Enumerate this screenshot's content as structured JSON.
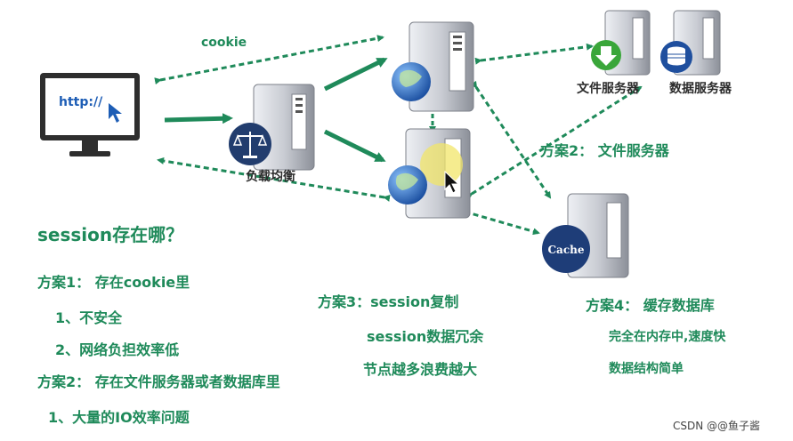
{
  "browser": {
    "url_text": "http://"
  },
  "labels": {
    "cookie": "cookie",
    "load_balancer": "负载均衡",
    "file_server": "文件服务器",
    "data_server": "数据服务器",
    "cache_icon": "Cache",
    "plan2_file_server": "方案2： 文件服务器"
  },
  "notes": {
    "question": "session存在哪？",
    "plan1_title": "方案1： 存在cookie里",
    "plan1_item1": "1、不安全",
    "plan1_item2": "2、网络负担效率低",
    "plan2_title": "方案2： 存在文件服务器或者数据库里",
    "plan2_item1": "1、大量的IO效率问题",
    "plan3_title": "方案3：session复制",
    "plan3_item1": "session数据冗余",
    "plan3_item2": "节点越多浪费越大",
    "plan4_title": "方案4： 缓存数据库",
    "plan4_item1": "完全在内存中,速度快",
    "plan4_item2": "数据结构简单"
  },
  "watermark": "CSDN @@鱼子酱",
  "colors": {
    "arrow": "#1f8a5a",
    "text_green": "#1f8a5a",
    "server_body": "#c9ccd3",
    "monitor": "#2e2e2e"
  }
}
